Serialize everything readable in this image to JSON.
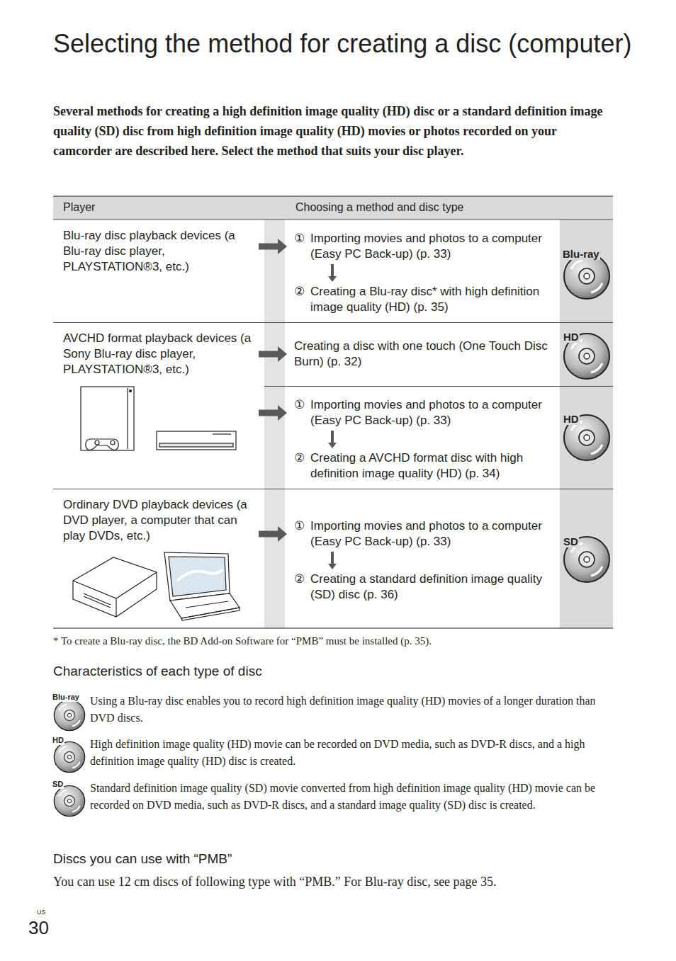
{
  "diagram": {
    "title": "Selecting the method for creating a disc (computer)",
    "nodes": [
      {
        "text": [
          "Blu-ray disc playback devices (a Blu-ray disc player, PLAYSTATION®3, etc.)"
        ]
      },
      {
        "text": [
          "①",
          "Importing movies and photos to a computer (Easy PC Back-up) (p. 33)"
        ]
      },
      {
        "text": [
          "②",
          "Creating a Blu-ray disc* with high definition image quality (HD) (p. 35)"
        ]
      },
      {
        "text": [
          "AVCHD format playback devices (a Sony Blu-ray disc player, PLAYSTATION®3, etc.)"
        ]
      },
      {
        "text": [
          "Creating a disc with one touch (One Touch Disc Burn) (p. 32)"
        ]
      },
      {
        "text": [
          "①",
          "Importing movies and photos to a computer (Easy PC Back-up) (p. 33)"
        ]
      },
      {
        "text": [
          "②",
          "Creating a AVCHD format disc with high definition image quality (HD) (p. 34)"
        ]
      },
      {
        "text": [
          "Ordinary DVD playback devices (a DVD player, a computer that can play DVDs, etc.)"
        ]
      },
      {
        "text": [
          "①",
          "Importing movies and photos to a computer (Easy PC Back-up) (p. 33)"
        ]
      },
      {
        "text": [
          "②",
          "Creating a standard definition image quality (SD) disc (p. 36)"
        ]
      }
    ],
    "edges": [
      {
        "from": 0,
        "to": 1,
        "arrow": "to"
      },
      {
        "from": 1,
        "to": 2,
        "arrow": "to"
      },
      {
        "from": 3,
        "to": 4,
        "arrow": "to"
      },
      {
        "from": 3,
        "to": 5,
        "arrow": "to"
      },
      {
        "from": 5,
        "to": 6,
        "arrow": "to"
      },
      {
        "from": 7,
        "to": 8,
        "arrow": "to"
      },
      {
        "from": 8,
        "to": 9,
        "arrow": "to"
      }
    ],
    "labels": [
      "Several methods for creating a high definition image quality (HD) disc or a standard definition image quality (SD) disc from high definition image quality (HD) movies or photos recorded on your camcorder are described here. Select the method that suits your disc player.",
      "Player",
      "Choosing a method and disc type",
      "Blu-ray",
      "HD",
      "HD",
      "SD",
      "* To create a Blu-ray disc, the BD Add-on Software for “PMB” must be installed (p. 35).",
      "Characteristics of each type of disc",
      "Blu-ray",
      "Using a Blu-ray disc enables you to record high definition image quality (HD) movies of a longer duration than DVD discs.",
      "HD",
      "High definition image quality (HD) movie can be recorded on DVD media, such as DVD-R discs, and a high definition image quality (HD) disc is created.",
      "SD",
      "Standard definition image quality (SD) movie converted from high definition image quality (HD) movie can be recorded on DVD media, such as DVD-R discs, and a standard image quality (SD) disc is created.",
      "Discs you can use with “PMB”",
      "You can use 12 cm discs of following type with “PMB.” For Blu-ray disc, see page 35.",
      "US",
      "30"
    ]
  }
}
